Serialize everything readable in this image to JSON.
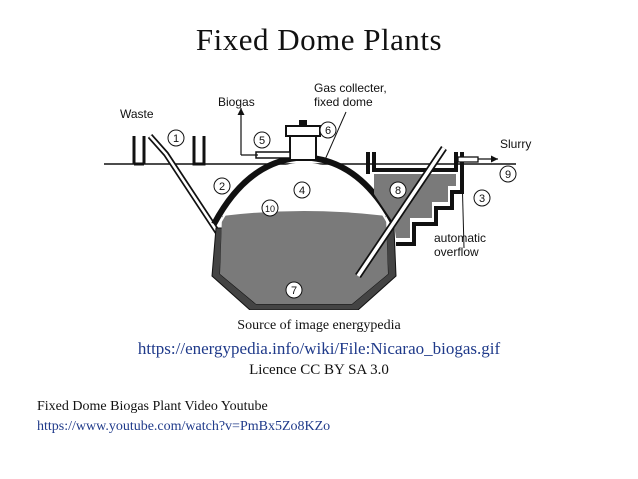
{
  "slide": {
    "title": "Fixed Dome Plants"
  },
  "diagram": {
    "labels": {
      "waste": "Waste",
      "biogas": "Biogas",
      "gas_collector_1": "Gas collecter,",
      "gas_collector_2": "fixed dome",
      "slurry": "Slurry",
      "auto_overflow_1": "automatic",
      "auto_overflow_2": "overflow"
    },
    "numbers": [
      "1",
      "2",
      "3",
      "4",
      "5",
      "6",
      "7",
      "8",
      "9",
      "10"
    ],
    "colors": {
      "liquid": "#7a7a7a",
      "line": "#111111",
      "background": "#ffffff"
    }
  },
  "captions": {
    "source": "Source of image energypedia",
    "link": "https://energypedia.info/wiki/File:Nicarao_biogas.gif",
    "licence": "Licence CC BY SA 3.0"
  },
  "video": {
    "title": "Fixed Dome Biogas Plant Video Youtube",
    "link": "https://www.youtube.com/watch?v=PmBx5Zo8KZo"
  }
}
